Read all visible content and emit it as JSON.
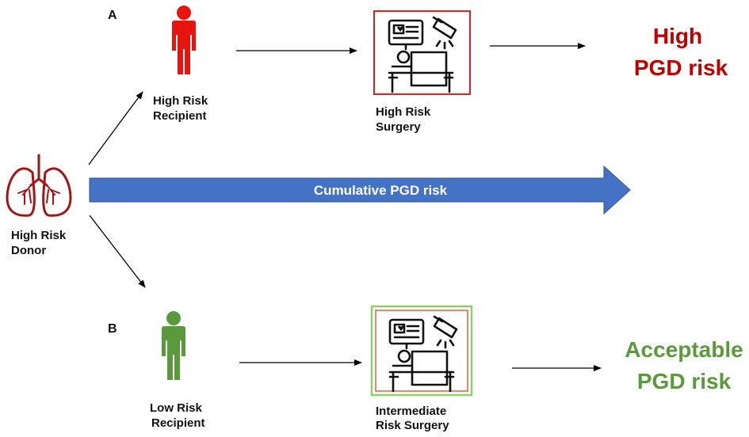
{
  "panels": {
    "a": "A",
    "b": "B"
  },
  "donor": {
    "line1": "High Risk",
    "line2": "Donor",
    "icon": "lungs-icon"
  },
  "top": {
    "recipient": {
      "line1": "High Risk",
      "line2": "Recipient",
      "icon": "person-icon"
    },
    "surgery": {
      "line1": "High Risk",
      "line2": "Surgery",
      "icon": "operating-room-icon"
    },
    "outcome": {
      "line1": "High",
      "line2": "PGD risk"
    }
  },
  "bottom": {
    "recipient": {
      "line1": "Low Risk",
      "line2": "Recipient",
      "icon": "person-icon"
    },
    "surgery": {
      "line1": "Intermediate",
      "line2": "Risk Surgery",
      "icon": "operating-room-icon"
    },
    "outcome": {
      "line1": "Acceptable",
      "line2": "PGD risk"
    }
  },
  "band": {
    "label": "Cumulative PGD risk"
  },
  "colors": {
    "high_risk": "#e8140f",
    "low_risk": "#5b9a3c",
    "band": "#4472c4",
    "lungs": "#a31515",
    "high_text": "#c00000",
    "acceptable_text": "#5b9a3c"
  }
}
